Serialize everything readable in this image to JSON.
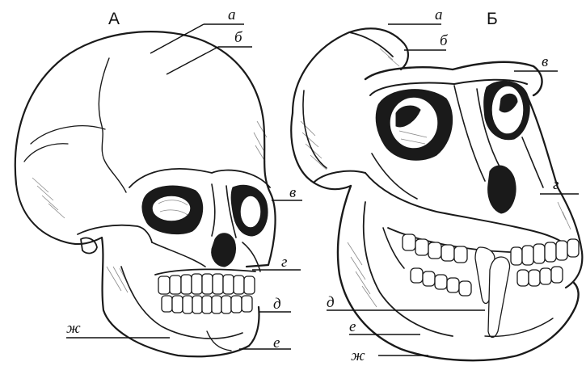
{
  "figure": {
    "panel_a": {
      "title": "А",
      "labels": [
        "а",
        "б",
        "в",
        "г",
        "д",
        "е",
        "ж"
      ]
    },
    "panel_b": {
      "title": "Б",
      "labels": [
        "а",
        "б",
        "в",
        "г",
        "д",
        "е",
        "ж"
      ]
    },
    "colors": {
      "ink": "#1a1a1a",
      "paper": "#ffffff"
    }
  }
}
